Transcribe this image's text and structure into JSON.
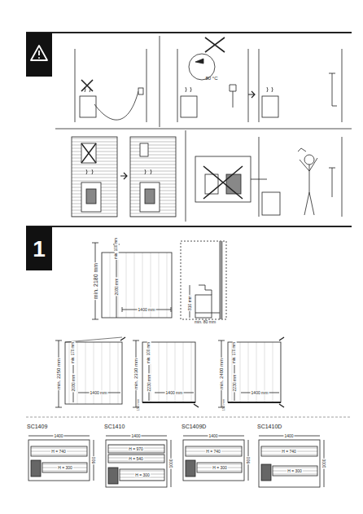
{
  "diagram": {
    "labels": [
      "80 °C",
      "1",
      "min. 2180 mm",
      "min. 100 mm",
      "2080 mm",
      "1400 mm",
      "810 mm",
      "min. 80 mm",
      "min. 2250 mm",
      "min. 170 mm",
      "2080 mm",
      "1400 mm",
      "min. 2330 mm",
      "min. 100 mm",
      "2230 mm",
      "150 mm",
      "1400 mm",
      "min. 2400 mm",
      "min. 170 mm",
      "2230 mm",
      "150 mm",
      "1400 mm",
      "SC1409",
      "1400",
      "H = 740",
      "H = 300",
      "900",
      "SC1410",
      "1400",
      "H = 970",
      "H = 540",
      "H = 300",
      "1000",
      "SC1409D",
      "1400",
      "H = 740",
      "H = 300",
      "900",
      "SC1410D",
      "1400",
      "H = 740",
      "H = 300",
      "1000"
    ]
  }
}
